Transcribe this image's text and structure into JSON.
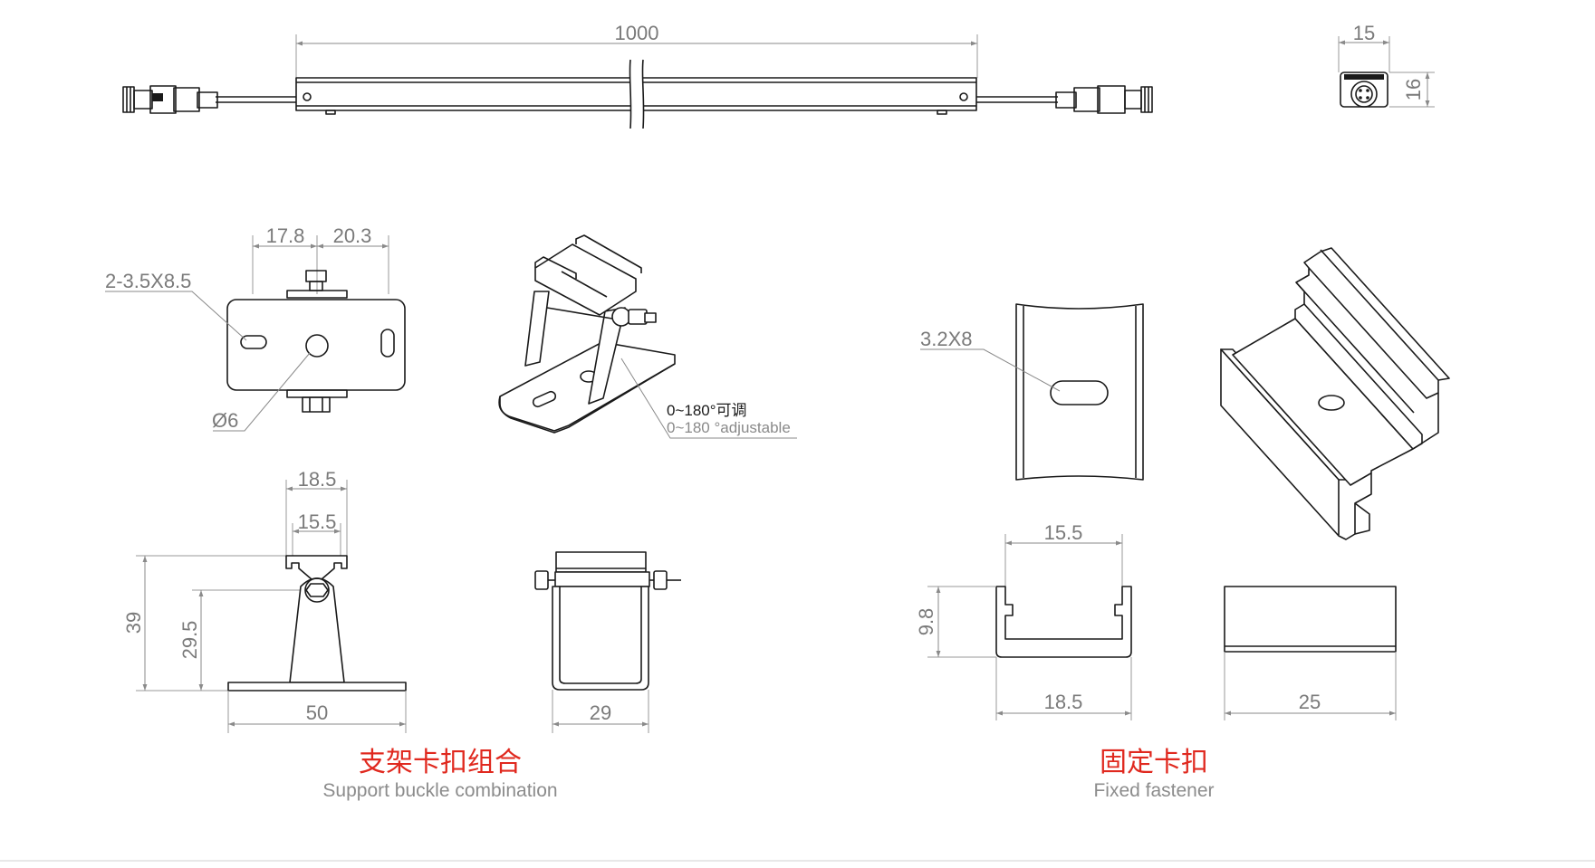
{
  "top_view": {
    "length_dim": "1000",
    "end_width_dim": "15",
    "end_height_dim": "16"
  },
  "support_buckle": {
    "plan": {
      "dim_left": "17.8",
      "dim_right": "20.3",
      "slot_note": "2-3.5X8.5",
      "hole_note": "Ø6"
    },
    "perspective_note_cn": "0~180°可调",
    "perspective_note_en": "0~180 °adjustable",
    "front": {
      "dim_outer_top": "18.5",
      "dim_inner_top": "15.5",
      "dim_height_total": "39",
      "dim_height_axis": "29.5",
      "dim_base": "50"
    },
    "side": {
      "dim_width": "29"
    },
    "caption_cn": "支架卡扣组合",
    "caption_en": "Support buckle combination"
  },
  "fixed_fastener": {
    "top": {
      "slot_note": "3.2X8"
    },
    "section": {
      "dim_inner": "15.5",
      "dim_height": "9.8",
      "dim_outer": "18.5"
    },
    "side": {
      "dim_length": "25"
    },
    "caption_cn": "固定卡扣",
    "caption_en": "Fixed fastener"
  },
  "colors": {
    "outline": "#1a1a1a",
    "dimension": "#7a7a7a",
    "caption_accent": "#e0291f",
    "caption_sub": "#8c8c8c"
  }
}
